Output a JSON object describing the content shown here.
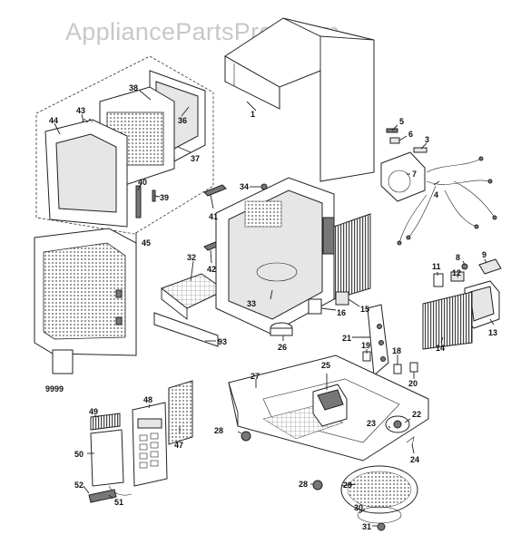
{
  "watermark": "AppliancePartsPros.com",
  "callouts": [
    {
      "id": "c1",
      "text": "1"
    },
    {
      "id": "c3",
      "text": "3"
    },
    {
      "id": "c4",
      "text": "4"
    },
    {
      "id": "c5",
      "text": "5"
    },
    {
      "id": "c6",
      "text": "6"
    },
    {
      "id": "c7",
      "text": "7"
    },
    {
      "id": "c8",
      "text": "8"
    },
    {
      "id": "c9",
      "text": "9"
    },
    {
      "id": "c11",
      "text": "11"
    },
    {
      "id": "c12",
      "text": "12"
    },
    {
      "id": "c13",
      "text": "13"
    },
    {
      "id": "c14",
      "text": "14"
    },
    {
      "id": "c15",
      "text": "15"
    },
    {
      "id": "c16",
      "text": "16"
    },
    {
      "id": "c18",
      "text": "18"
    },
    {
      "id": "c19",
      "text": "19"
    },
    {
      "id": "c20",
      "text": "20"
    },
    {
      "id": "c21",
      "text": "21"
    },
    {
      "id": "c22",
      "text": "22"
    },
    {
      "id": "c23",
      "text": "23"
    },
    {
      "id": "c24",
      "text": "24"
    },
    {
      "id": "c25",
      "text": "25"
    },
    {
      "id": "c26",
      "text": "26"
    },
    {
      "id": "c27",
      "text": "27"
    },
    {
      "id": "c28a",
      "text": "28"
    },
    {
      "id": "c28b",
      "text": "28"
    },
    {
      "id": "c29",
      "text": "29"
    },
    {
      "id": "c30",
      "text": "30"
    },
    {
      "id": "c31",
      "text": "31"
    },
    {
      "id": "c32",
      "text": "32"
    },
    {
      "id": "c33",
      "text": "33"
    },
    {
      "id": "c34",
      "text": "34"
    },
    {
      "id": "c36",
      "text": "36"
    },
    {
      "id": "c37",
      "text": "37"
    },
    {
      "id": "c38",
      "text": "38"
    },
    {
      "id": "c39",
      "text": "39"
    },
    {
      "id": "c40",
      "text": "40"
    },
    {
      "id": "c41",
      "text": "41"
    },
    {
      "id": "c42",
      "text": "42"
    },
    {
      "id": "c43",
      "text": "43"
    },
    {
      "id": "c44",
      "text": "44"
    },
    {
      "id": "c45",
      "text": "45"
    },
    {
      "id": "c47",
      "text": "47"
    },
    {
      "id": "c48",
      "text": "48"
    },
    {
      "id": "c49",
      "text": "49"
    },
    {
      "id": "c50",
      "text": "50"
    },
    {
      "id": "c51",
      "text": "51"
    },
    {
      "id": "c52",
      "text": "52"
    },
    {
      "id": "c93",
      "text": "93"
    },
    {
      "id": "c9999",
      "text": "9999"
    }
  ]
}
